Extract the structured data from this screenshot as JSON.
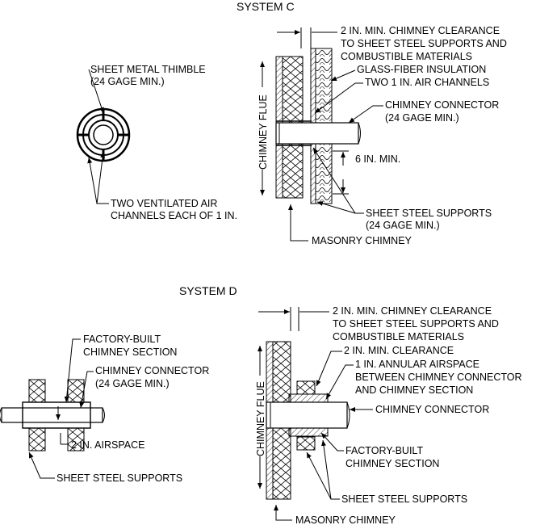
{
  "system_c": {
    "title": "SYSTEM C",
    "thimble_label": [
      "SHEET METAL THIMBLE",
      "(24 GAGE MIN.)"
    ],
    "air_channels_label": [
      "TWO VENTILATED AIR",
      "CHANNELS EACH OF 1 IN."
    ],
    "clearance_label": [
      "2 IN. MIN. CHIMNEY CLEARANCE",
      "TO SHEET STEEL SUPPORTS AND",
      "COMBUSTIBLE MATERIALS"
    ],
    "insulation_label": "GLASS-FIBER INSULATION",
    "two_channels_label": "TWO 1 IN. AIR CHANNELS",
    "connector_label": [
      "CHIMNEY CONNECTOR",
      "(24 GAGE MIN.)"
    ],
    "six_in_label": "6 IN. MIN.",
    "flue_label": "CHIMNEY FLUE",
    "supports_label": [
      "SHEET STEEL SUPPORTS",
      "(24 GAGE MIN.)"
    ],
    "masonry_label": "MASONRY CHIMNEY"
  },
  "system_d": {
    "title": "SYSTEM D",
    "factory_section_label": [
      "FACTORY-BUILT",
      "CHIMNEY SECTION"
    ],
    "connector_left_label": [
      "CHIMNEY CONNECTOR",
      "(24 GAGE MIN.)"
    ],
    "airspace_label": "2 IN. AIRSPACE",
    "supports_left_label": "SHEET STEEL SUPPORTS",
    "clearance_label": [
      "2 IN. MIN. CHIMNEY CLEARANCE",
      "TO SHEET STEEL SUPPORTS AND",
      "COMBUSTIBLE MATERIALS"
    ],
    "min_clearance_label": "2 IN. MIN. CLEARANCE",
    "annular_label": [
      "1 IN. ANNULAR AIRSPACE",
      "BETWEEN CHIMNEY CONNECTOR",
      "AND CHIMNEY SECTION"
    ],
    "connector_label": "CHIMNEY CONNECTOR",
    "factory_right_label": [
      "FACTORY-BUILT",
      "CHIMNEY SECTION"
    ],
    "flue_label": "CHIMNEY FLUE",
    "supports_label": "SHEET STEEL SUPPORTS",
    "masonry_label": "MASONRY CHIMNEY"
  }
}
